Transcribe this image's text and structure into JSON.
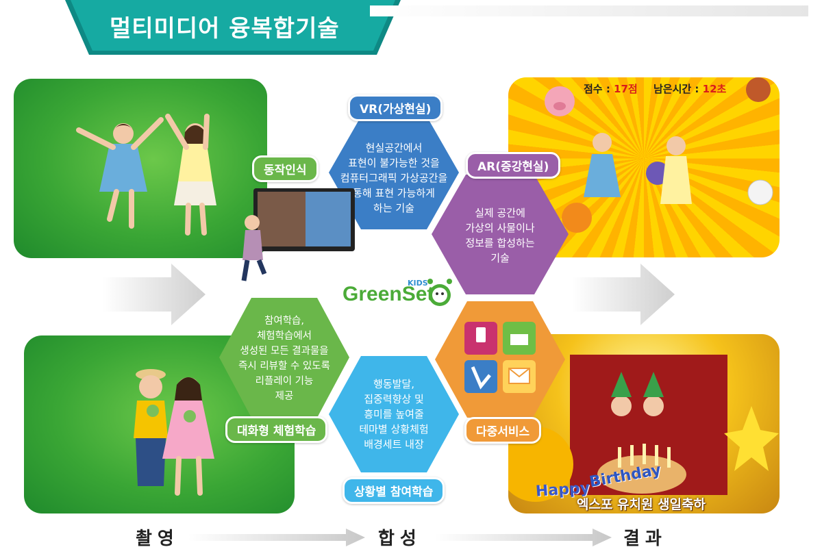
{
  "title": "멀티미디어 융복합기술",
  "hexagons": {
    "vr": {
      "label": "VR(가상현실)",
      "text": [
        "현실공간에서",
        "표현이 불가능한 것을",
        "컴퓨터그래픽 가상공간을",
        "통해 표현 가능하게",
        "하는 기술"
      ],
      "color": "#3b7ec6"
    },
    "ar": {
      "label": "AR(증강현실)",
      "text": [
        "실제 공간에",
        "가상의 사물이나",
        "정보를 합성하는",
        "기술"
      ],
      "color": "#9a5ea8"
    },
    "interactive": {
      "label": "대화형 체험학습",
      "text": [
        "참여학습,",
        "체험학습에서",
        "생성된 모든 결과물을",
        "즉시 리뷰할 수 있도록",
        "리플레이 기능",
        "제공"
      ],
      "color": "#6ab74a"
    },
    "situational": {
      "label": "상황별 참여학습",
      "text": [
        "행동발달,",
        "집중력향상 및",
        "흥미를 높여줄",
        "테마별 상황체험",
        "배경세트 내장"
      ],
      "color": "#3fb6ea"
    },
    "multi": {
      "label": "다중서비스",
      "color": "#f09a38"
    }
  },
  "motion_label": "동작인식",
  "logo": {
    "text": "GreenSet",
    "kids": "KIDS"
  },
  "game_hud": {
    "score_label": "점수 : ",
    "score_value": "17점",
    "time_label": "남은시간 : ",
    "time_value": "12초"
  },
  "party": {
    "caption": "엑스포 유치원 생일축하",
    "happy": "Happy",
    "birthday": "Birthday"
  },
  "bottom_labels": [
    "촬영",
    "합성",
    "결과"
  ],
  "service_icons": [
    "usb-icon",
    "printer-icon",
    "download-icon",
    "mail-icon"
  ],
  "colors": {
    "title_bg": "#14a7a0",
    "title_bg_dark": "#0e8984",
    "arrow": "#d0d0d0"
  }
}
